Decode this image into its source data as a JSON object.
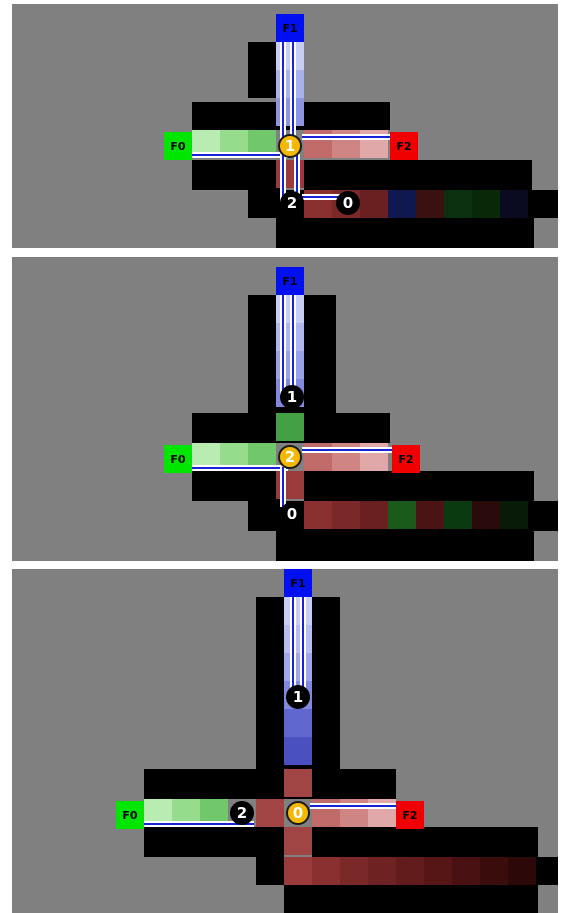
{
  "colors": {
    "background": "#808080",
    "black": "#000000",
    "source_f0": "#00e600",
    "source_f1": "#0010f0",
    "source_f2": "#f00000",
    "active_node": "#f5b800",
    "pipe_blue": "#1a22d8"
  },
  "frames": [
    {
      "sources": {
        "f0": "F0",
        "f1": "F1",
        "f2": "F2"
      },
      "nodes": [
        {
          "label": "1",
          "state": "active"
        },
        {
          "label": "2",
          "state": "idle"
        },
        {
          "label": "0",
          "state": "idle"
        }
      ]
    },
    {
      "sources": {
        "f0": "F0",
        "f1": "F1",
        "f2": "F2"
      },
      "nodes": [
        {
          "label": "1",
          "state": "idle"
        },
        {
          "label": "2",
          "state": "active"
        },
        {
          "label": "0",
          "state": "idle"
        }
      ]
    },
    {
      "sources": {
        "f0": "F0",
        "f1": "F1",
        "f2": "F2"
      },
      "nodes": [
        {
          "label": "1",
          "state": "idle"
        },
        {
          "label": "2",
          "state": "idle"
        },
        {
          "label": "0",
          "state": "active"
        }
      ]
    }
  ]
}
